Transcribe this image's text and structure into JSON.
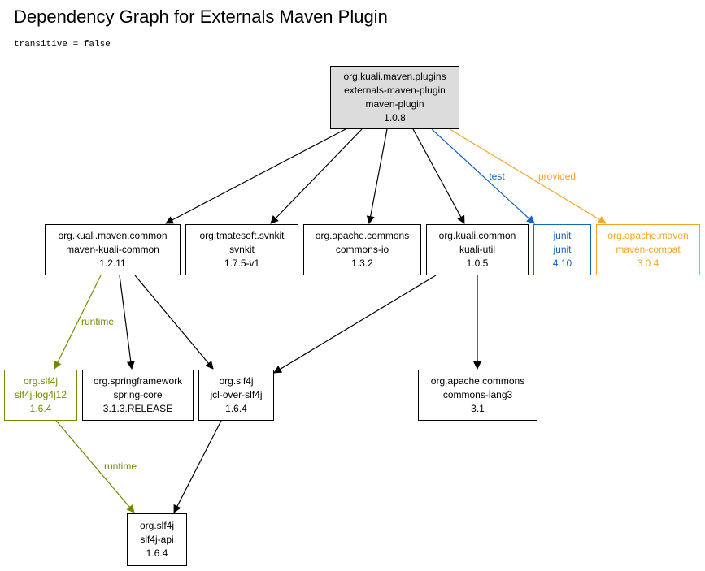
{
  "title": "Dependency Graph for Externals Maven Plugin",
  "subtitle": "transitive = false",
  "colors": {
    "default": "#000000",
    "test": "#1565c0",
    "provided": "#f5a623",
    "runtime": "#6f8c00",
    "root_fill": "#dcdcdc"
  },
  "nodes": {
    "root": {
      "group": "org.kuali.maven.plugins",
      "artifact": "externals-maven-plugin",
      "type": "maven-plugin",
      "version": "1.0.8"
    },
    "kc": {
      "group": "org.kuali.maven.common",
      "artifact": "maven-kuali-common",
      "version": "1.2.11"
    },
    "svnkit": {
      "group": "org.tmatesoft.svnkit",
      "artifact": "svnkit",
      "version": "1.7.5-v1"
    },
    "cio": {
      "group": "org.apache.commons",
      "artifact": "commons-io",
      "version": "1.3.2"
    },
    "ku": {
      "group": "org.kuali.common",
      "artifact": "kuali-util",
      "version": "1.0.5"
    },
    "junit": {
      "group": "junit",
      "artifact": "junit",
      "version": "4.10",
      "scope": "test"
    },
    "compat": {
      "group": "org.apache.maven",
      "artifact": "maven-compat",
      "version": "3.0.4",
      "scope": "provided"
    },
    "log4j12": {
      "group": "org.slf4j",
      "artifact": "slf4j-log4j12",
      "version": "1.6.4",
      "scope": "runtime"
    },
    "spring": {
      "group": "org.springframework",
      "artifact": "spring-core",
      "version": "3.1.3.RELEASE"
    },
    "jcl": {
      "group": "org.slf4j",
      "artifact": "jcl-over-slf4j",
      "version": "1.6.4"
    },
    "lang3": {
      "group": "org.apache.commons",
      "artifact": "commons-lang3",
      "version": "3.1"
    },
    "api": {
      "group": "org.slf4j",
      "artifact": "slf4j-api",
      "version": "1.6.4"
    }
  },
  "edges": [
    {
      "from": "root",
      "to": "kc"
    },
    {
      "from": "root",
      "to": "svnkit"
    },
    {
      "from": "root",
      "to": "cio"
    },
    {
      "from": "root",
      "to": "ku"
    },
    {
      "from": "root",
      "to": "junit",
      "label": "test",
      "scope": "test"
    },
    {
      "from": "root",
      "to": "compat",
      "label": "provided",
      "scope": "provided"
    },
    {
      "from": "kc",
      "to": "log4j12",
      "label": "runtime",
      "scope": "runtime"
    },
    {
      "from": "kc",
      "to": "spring"
    },
    {
      "from": "kc",
      "to": "jcl"
    },
    {
      "from": "ku",
      "to": "jcl"
    },
    {
      "from": "ku",
      "to": "lang3"
    },
    {
      "from": "log4j12",
      "to": "api",
      "label": "runtime",
      "scope": "runtime"
    },
    {
      "from": "jcl",
      "to": "api"
    }
  ]
}
